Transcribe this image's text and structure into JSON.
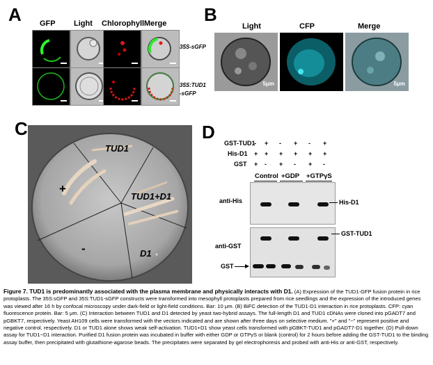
{
  "panels": {
    "a": {
      "letter": "A",
      "columns": [
        "GFP",
        "Light",
        "Chlorophyll",
        "Merge"
      ],
      "rows": [
        "35S-sGFP",
        "35S:TUD1",
        "-sGFP"
      ]
    },
    "b": {
      "letter": "B",
      "columns": [
        "Light",
        "CFP",
        "Merge"
      ],
      "scale_label": "5μm"
    },
    "c": {
      "letter": "C",
      "sectors": [
        "TUD1",
        "+",
        "TUD1+D1",
        "-",
        "D1"
      ]
    },
    "d": {
      "letter": "D",
      "treatment_rows": [
        {
          "label": "GST-TUD1",
          "signs": [
            "-",
            "+",
            "-",
            "+",
            "-",
            "+"
          ]
        },
        {
          "label": "His-D1",
          "signs": [
            "+",
            "+",
            "+",
            "+",
            "+",
            "+"
          ]
        },
        {
          "label": "GST",
          "signs": [
            "+",
            "-",
            "+",
            "-",
            "+",
            "-"
          ]
        }
      ],
      "groups": [
        "Control",
        "+GDP",
        "+GTPγS"
      ],
      "blot_labels": {
        "anti_his": "anti-His",
        "his_d1": "His-D1",
        "anti_gst": "anti-GST",
        "gst_tud1": "GST-TUD1",
        "gst": "GST"
      }
    }
  },
  "caption": {
    "title": "Figure 7. TUD1 is predominantly associated with the plasma membrane and physically interacts with D1.",
    "text": "(A) Expression of the TUD1-GFP fusion protein in rice protoplasts. The 35S:sGFP and 35S:TUD1-sGFP constructs were transformed into mesophyll protoplasts prepared from rice seedlings and the expression of the introduced genes was viewed after 16 h by confocal microscopy under dark-field or light-field conditions. Bar: 10 μm. (B) BiFC detection of the TUD1-D1 interaction in rice protoplasts. CFP: cyan fluorescence protein. Bar: 5 μm. (C) Interaction between TUD1 and D1 detected by yeast two-hybrid assays. The full-length D1 and TUD1 cDNAs were cloned into pGADT7 and pGBKT7, respectively. Yeast AH109 cells were transformed with the vectors indicated and are shown after three days on selective medium. \"+\" and \"−\" represent positive and negative control, respectively. D1 or TUD1 alone shows weak self-activation. TUD1+D1 show yeast cells transformed with pGBKT-TUD1 and pGADT7-D1 together. (D) Pull-down assay for TUD1−D1 interaction. Purified D1 fusion protein was incubated in buffer with either GDP or GTPγS or blank (control) for 2 hours before adding the GST-TUD1 to the binding assay buffer, then precipitated with glutathione-agarose beads. The precipitates were separated by gel electrophoresis and probed with anti-His or anti-GST, respectively."
  }
}
